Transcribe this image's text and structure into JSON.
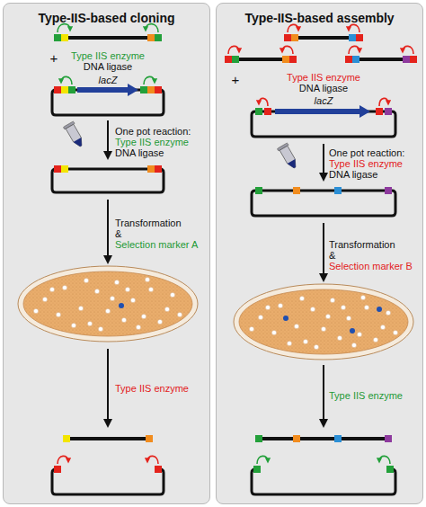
{
  "diagram": {
    "nodes": [
      {
        "text": [
          "Type-IIS-based cloning"
        ]
      },
      {
        "text": [
          "Type-IIS-based assembly"
        ]
      }
    ],
    "labels": [
      "+",
      "Type IIS enzyme",
      "DNA ligase",
      "lacZ",
      "One pot reaction:",
      "Type IIS enzyme",
      "DNA ligase",
      "Transformation",
      "&",
      "Selection marker A",
      "Type IIS enzyme",
      "+",
      "Type IIS enzyme",
      "DNA ligase",
      "lacZ",
      "One pot reaction:",
      "Type IIS enzyme",
      "DNA ligase",
      "Transformation",
      "&",
      "Selection marker B",
      "Type IIS enzyme"
    ]
  }
}
